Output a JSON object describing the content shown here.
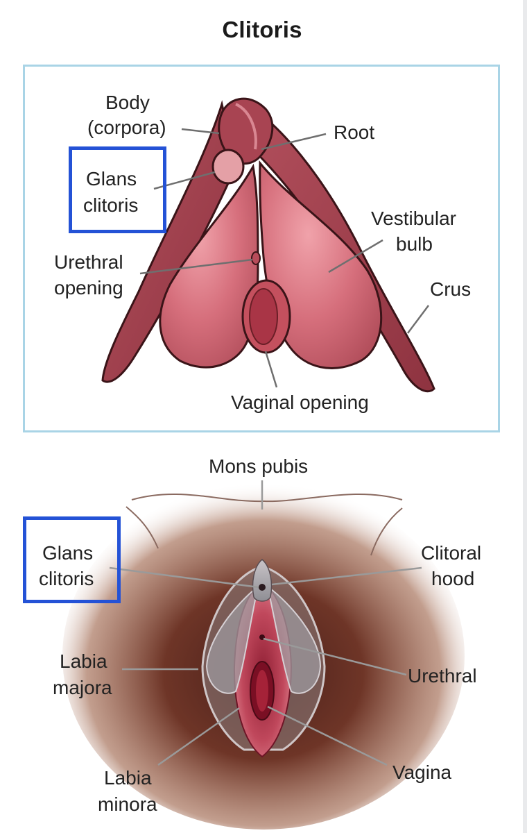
{
  "title": "Clitoris",
  "top_diagram": {
    "labels": {
      "body": "Body",
      "corpora": "(corpora)",
      "root": "Root",
      "glans_1": "Glans",
      "glans_2": "clitoris",
      "vestibular_1": "Vestibular",
      "vestibular_2": "bulb",
      "urethral_1": "Urethral",
      "urethral_2": "opening",
      "crus": "Crus",
      "vaginal_opening": "Vaginal opening"
    }
  },
  "bottom_diagram": {
    "labels": {
      "mons_pubis": "Mons pubis",
      "glans_1": "Glans",
      "glans_2": "clitoris",
      "clitoral_1": "Clitoral",
      "clitoral_2": "hood",
      "labia_majora_1": "Labia",
      "labia_majora_2": "majora",
      "urethral": "Urethral",
      "labia_minora_1": "Labia",
      "labia_minora_2": "minora",
      "vagina": "Vagina"
    }
  },
  "colors": {
    "frame": "#a9d4e6",
    "highlight": "#2452d6",
    "tissue_dark": "#9c3c4a",
    "tissue_light": "#dc7c88",
    "skin": "#7a4232"
  }
}
